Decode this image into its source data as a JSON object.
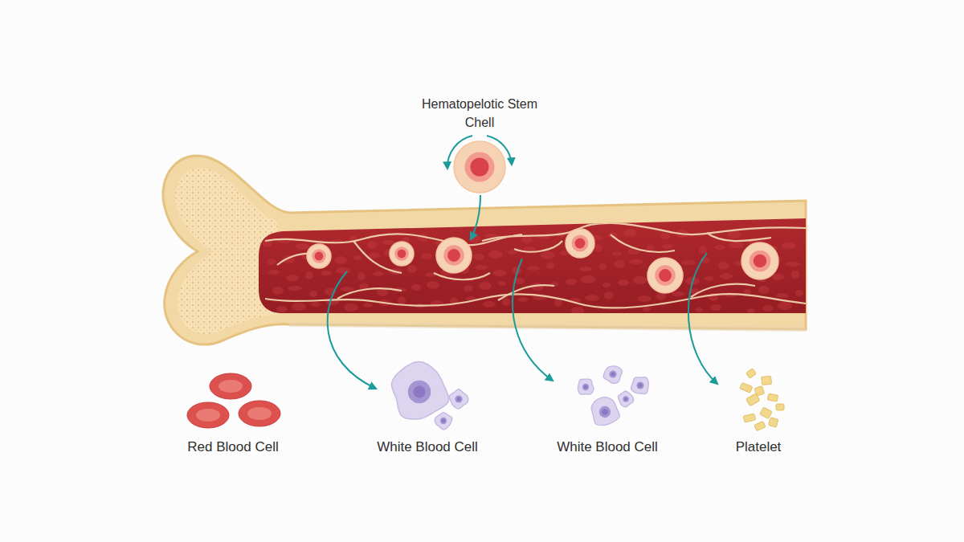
{
  "diagram": {
    "nodes": [
      {
        "text": [
          "Hematopelotic Stem Chell"
        ]
      },
      {
        "text": [
          "Red Blood Cell"
        ]
      },
      {
        "text": [
          "White Blood Cell"
        ]
      },
      {
        "text": [
          "White Blood Cell"
        ]
      },
      {
        "text": [
          "Platelet"
        ]
      }
    ]
  }
}
